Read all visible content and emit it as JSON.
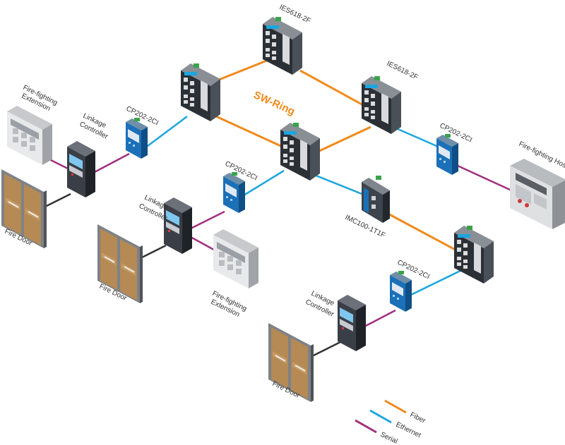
{
  "colors": {
    "fiber": "#f08a1c",
    "ethernet": "#1ba6e0",
    "serial": "#a0307e",
    "door_wire": "#333333"
  },
  "ring_label": "SW-Ring",
  "labels": {
    "ies_top": "IES618-2F",
    "ies_right": "IES618-2F",
    "cp_a": "CP202-2CI",
    "cp_b": "CP202-2CI",
    "cp_c": "CP202-2CI",
    "cp_d": "CP202-2CI",
    "imc": "IMC100-1T1F",
    "lc_a_1": "Linkage",
    "lc_a_2": "Controller",
    "lc_b_1": "Linkage",
    "lc_b_2": "Controller",
    "lc_c_1": "Linkage",
    "lc_c_2": "Controller",
    "ext_a_1": "Fire-fighting",
    "ext_a_2": "Extension",
    "ext_b_1": "Fire-fighting",
    "ext_b_2": "Extension",
    "host": "Fire-fighting Host",
    "door_a": "Fire Door",
    "door_b": "Fire Door",
    "door_c": "Fire Door"
  },
  "legend": {
    "fiber": "Fiber",
    "ethernet": "Ethernet",
    "serial": "Serial"
  }
}
